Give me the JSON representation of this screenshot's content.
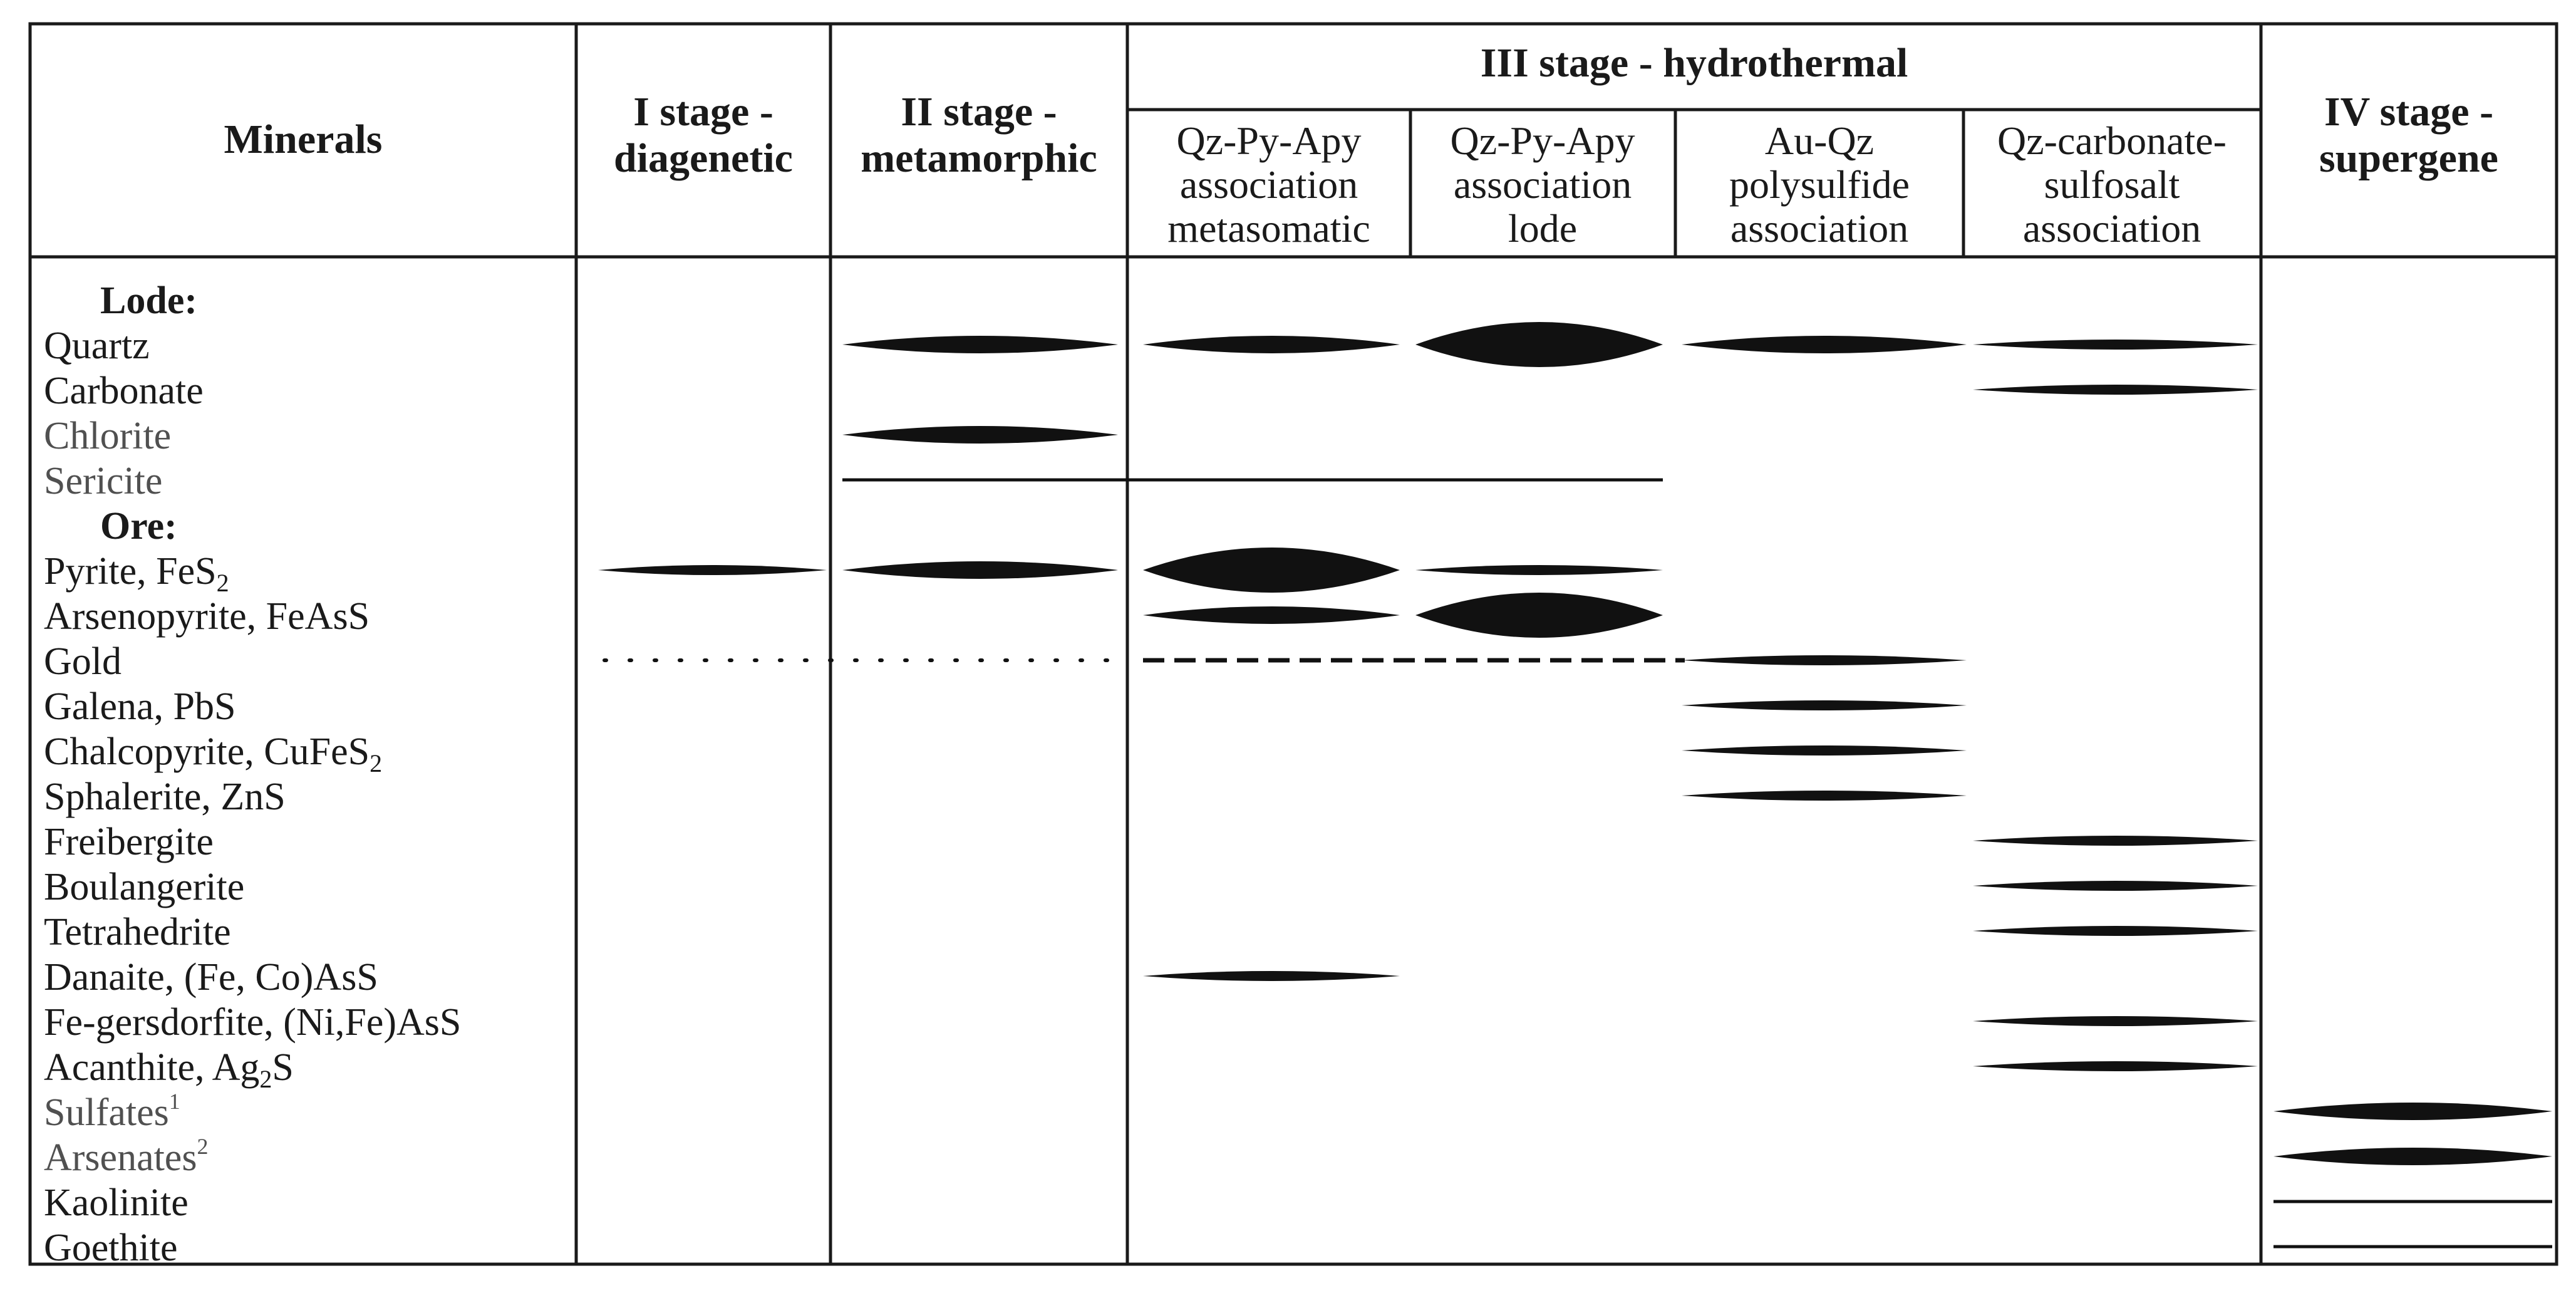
{
  "header": {
    "minerals": "Minerals",
    "stages": [
      {
        "id": "I",
        "lines": [
          "I stage -",
          "diagenetic"
        ]
      },
      {
        "id": "II",
        "lines": [
          "II stage -",
          "metamorphic"
        ]
      },
      {
        "id": "IV",
        "lines": [
          "IV stage -",
          "supergene"
        ]
      }
    ],
    "hydrothermal": {
      "title": "III stage - hydrothermal",
      "substages": [
        {
          "id": "IIIa",
          "lines": [
            "Qz-Py-Apy",
            "association",
            "metasomatic"
          ]
        },
        {
          "id": "IIIb",
          "lines": [
            "Qz-Py-Apy",
            "association",
            "lode"
          ]
        },
        {
          "id": "IIIc",
          "lines": [
            "Au-Qz",
            "polysulfide",
            "association"
          ]
        },
        {
          "id": "IIId",
          "lines": [
            "Qz-carbonate-",
            "sulfosalt",
            "association"
          ]
        }
      ]
    }
  },
  "columns": [
    "I",
    "IIIa",
    "IIIb",
    "IIIc",
    "IIId",
    "IV",
    "II"
  ],
  "rows": [
    {
      "id": "lode",
      "label": "Lode:",
      "section": true,
      "bars": []
    },
    {
      "id": "quartz",
      "label": "Quartz",
      "bars": [
        {
          "from": "II",
          "to": "II",
          "style": "lens",
          "weight": "medium"
        },
        {
          "from": "IIIa",
          "to": "IIIa",
          "style": "lens",
          "weight": "medium"
        },
        {
          "from": "IIIb",
          "to": "IIIb",
          "style": "lens",
          "weight": "heavy"
        },
        {
          "from": "IIIc",
          "to": "IIIc",
          "style": "lens",
          "weight": "medium"
        },
        {
          "from": "IIId",
          "to": "IIId",
          "style": "lens",
          "weight": "light"
        }
      ]
    },
    {
      "id": "carbonate",
      "label": "Carbonate",
      "bars": [
        {
          "from": "IIId",
          "to": "IIId",
          "style": "lens",
          "weight": "light"
        }
      ]
    },
    {
      "id": "chlorite",
      "label": "Chlorite",
      "muted": true,
      "bars": [
        {
          "from": "II",
          "to": "II",
          "style": "lens",
          "weight": "medium"
        }
      ]
    },
    {
      "id": "sericite",
      "label": "Sericite",
      "muted": true,
      "bars": [
        {
          "from": "II",
          "to": "IIIb",
          "style": "line"
        }
      ]
    },
    {
      "id": "ore",
      "label": "Ore:",
      "section": true,
      "bars": []
    },
    {
      "id": "pyrite",
      "label": "Pyrite, FeS",
      "sub": "2",
      "bars": [
        {
          "from": "I",
          "to": "I",
          "style": "lens",
          "weight": "light"
        },
        {
          "from": "II",
          "to": "II",
          "style": "lens",
          "weight": "medium"
        },
        {
          "from": "IIIa",
          "to": "IIIa",
          "style": "lens",
          "weight": "heavy"
        },
        {
          "from": "IIIb",
          "to": "IIIb",
          "style": "lens",
          "weight": "light"
        }
      ]
    },
    {
      "id": "arsenopyrite",
      "label": "Arsenopyrite, FeAsS",
      "bars": [
        {
          "from": "IIIa",
          "to": "IIIa",
          "style": "lens",
          "weight": "medium"
        },
        {
          "from": "IIIb",
          "to": "IIIb",
          "style": "lens",
          "weight": "heavy"
        }
      ]
    },
    {
      "id": "gold",
      "label": "Gold",
      "bars": [
        {
          "from": "I",
          "to": "II",
          "style": "dotted"
        },
        {
          "from": "IIIa",
          "to": "IIIb",
          "style": "dashed"
        },
        {
          "from": "IIIc",
          "to": "IIIc",
          "style": "lens",
          "weight": "light"
        }
      ]
    },
    {
      "id": "galena",
      "label": "Galena, PbS",
      "bars": [
        {
          "from": "IIIc",
          "to": "IIIc",
          "style": "lens",
          "weight": "light"
        }
      ]
    },
    {
      "id": "chalcopyrite",
      "label": "Chalcopyrite, CuFeS",
      "sub": "2",
      "bars": [
        {
          "from": "IIIc",
          "to": "IIIc",
          "style": "lens",
          "weight": "light"
        }
      ]
    },
    {
      "id": "sphalerite",
      "label": "Sphalerite, ZnS",
      "bars": [
        {
          "from": "IIIc",
          "to": "IIIc",
          "style": "lens",
          "weight": "light"
        }
      ]
    },
    {
      "id": "freibergite",
      "label": "Freibergite",
      "bars": [
        {
          "from": "IIId",
          "to": "IIId",
          "style": "lens",
          "weight": "light"
        }
      ]
    },
    {
      "id": "boulangerite",
      "label": "Boulangerite",
      "bars": [
        {
          "from": "IIId",
          "to": "IIId",
          "style": "lens",
          "weight": "light"
        }
      ]
    },
    {
      "id": "tetrahedrite",
      "label": "Tetrahedrite",
      "bars": [
        {
          "from": "IIId",
          "to": "IIId",
          "style": "lens",
          "weight": "light"
        }
      ]
    },
    {
      "id": "danaite",
      "label": "Danaite, (Fe, Co)AsS",
      "bars": [
        {
          "from": "IIIa",
          "to": "IIIa",
          "style": "lens",
          "weight": "light"
        }
      ]
    },
    {
      "id": "fe-gersdorfite",
      "label": "Fe-gersdorfite, (Ni,Fe)AsS",
      "bars": [
        {
          "from": "IIId",
          "to": "IIId",
          "style": "lens",
          "weight": "light"
        }
      ]
    },
    {
      "id": "acanthite",
      "label": "Acanthite, Ag",
      "sub": "2",
      "tail": "S",
      "bars": [
        {
          "from": "IIId",
          "to": "IIId",
          "style": "lens",
          "weight": "light"
        }
      ]
    },
    {
      "id": "sulfates",
      "label": "Sulfates",
      "sup": "1",
      "muted": true,
      "bars": [
        {
          "from": "IV",
          "to": "IV",
          "style": "lens",
          "weight": "medium"
        }
      ]
    },
    {
      "id": "arsenates",
      "label": "Arsenates",
      "sup": "2",
      "muted": true,
      "bars": [
        {
          "from": "IV",
          "to": "IV",
          "style": "lens",
          "weight": "medium"
        }
      ]
    },
    {
      "id": "kaolinite",
      "label": "Kaolinite",
      "bars": [
        {
          "from": "IV",
          "to": "IV",
          "style": "line"
        }
      ]
    },
    {
      "id": "goethite",
      "label": "Goethite",
      "bars": [
        {
          "from": "IV",
          "to": "IV",
          "style": "line"
        }
      ]
    }
  ]
}
